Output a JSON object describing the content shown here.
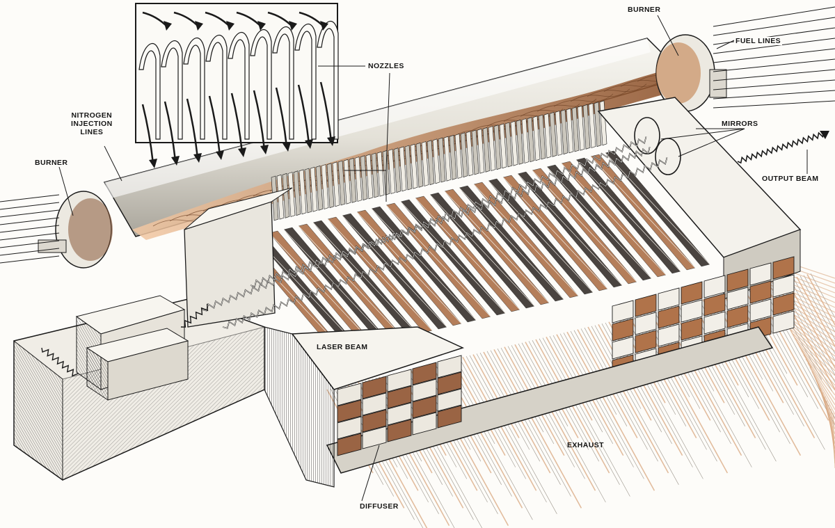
{
  "labels": {
    "burner_right": "BURNER",
    "fuel_lines": "FUEL LINES",
    "nozzles": "NOZZLES",
    "mirrors": "MIRRORS",
    "output_beam": "OUTPUT BEAM",
    "nitrogen_line1": "NITROGEN",
    "nitrogen_line2": "INJECTION",
    "nitrogen_line3": "LINES",
    "burner_left": "BURNER",
    "laser_beam": "LASER BEAM",
    "exhaust": "EXHAUST",
    "diffuser": "DIFFUSER"
  },
  "colors": {
    "ink": "#1a1a1a",
    "metal_light": "#f2f0ea",
    "metal_shade": "#b9b6ae",
    "gas_flow": "#b07a55",
    "gas_flow_dark": "#6b3f22",
    "exhaust_plume": "#d9a77f"
  }
}
